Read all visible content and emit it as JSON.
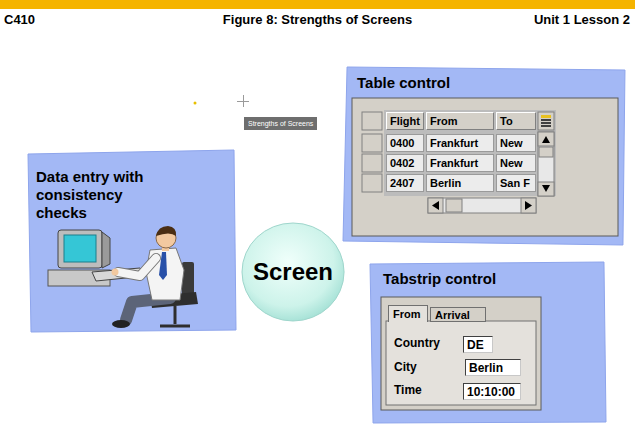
{
  "diagram": {
    "title": "Figure 8: Strengths of Screens",
    "nodes": [
      {
        "text": [
          "Data entry with consistency checks"
        ]
      },
      {
        "text": [
          "Screen"
        ]
      },
      {
        "text": [
          "Table control"
        ]
      },
      {
        "text": [
          "Tabstrip control"
        ]
      }
    ],
    "labels": [
      "C410",
      "Unit 1 Lesson 2",
      "Strengths of Screens",
      "Flight",
      "From",
      "To",
      "0400",
      "Frankfurt",
      "New",
      "0402",
      "Frankfurt",
      "New",
      "2407",
      "Berlin",
      "San F",
      "From",
      "Arrival",
      "Country",
      "DE",
      "City",
      "Berlin",
      "Time",
      "10:10:00"
    ]
  }
}
